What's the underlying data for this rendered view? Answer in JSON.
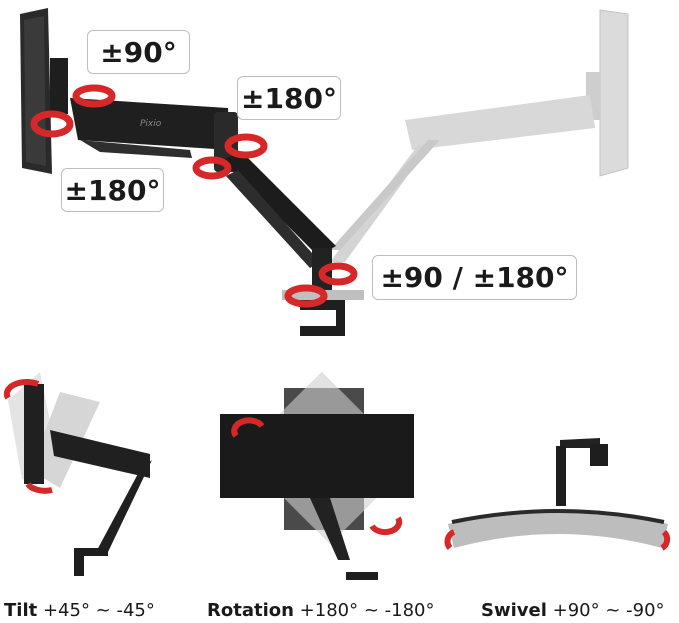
{
  "labels": {
    "top_monitor_tilt": "±90°",
    "arm_joint": "±180°",
    "vesa_rotation": "±180°",
    "base": "±90 / ±180°"
  },
  "captions": {
    "tilt": {
      "title": "Tilt",
      "range": "+45° ~ -45°"
    },
    "rotation": {
      "title": "Rotation",
      "range": "+180° ~ -180°"
    },
    "swivel": {
      "title": "Swivel",
      "range": "+90° ~ -90°"
    }
  },
  "brand_mark": "Pixio",
  "colors": {
    "arrow": "#d62828",
    "arm_dark": "#232323",
    "arm_light": "#cfcfcf",
    "label_border": "#bdbdbd"
  }
}
